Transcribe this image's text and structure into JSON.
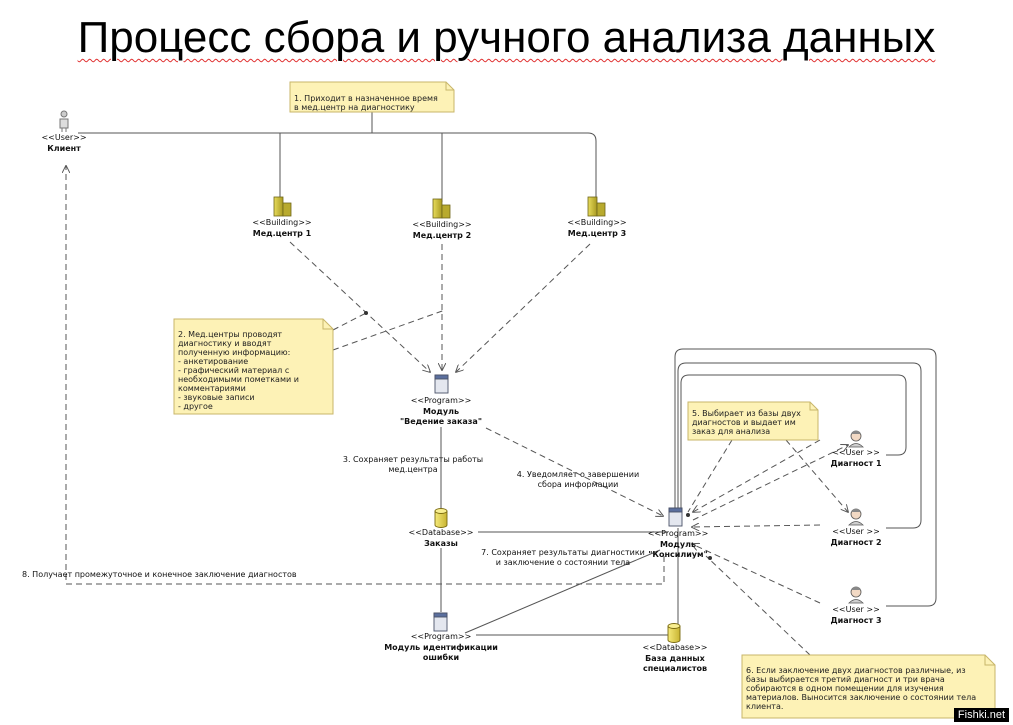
{
  "title": "Процесс сбора и ручного анализа данных",
  "stereotypes": {
    "user": "<<User>>",
    "user_spaced": "<<User >>",
    "building": "<<Building>>",
    "program": "<<Program>>",
    "database": "<<Database>>"
  },
  "nodes": {
    "client": "Клиент",
    "med1": "Мед.центр 1",
    "med2": "Мед.центр 2",
    "med3": "Мед.центр 3",
    "order_module_line1": "Модуль",
    "order_module_line2": "\"Ведение заказа\"",
    "orders_db": "Заказы",
    "council_line1": "Модуль",
    "council_line2": "\"Консилиум\"",
    "diag1": "Диагност 1",
    "diag2": "Диагност 2",
    "diag3": "Диагност 3",
    "error_module_line1": "Модуль идентификации",
    "error_module_line2": "ошибки",
    "spec_db_line1": "База данных",
    "spec_db_line2": "специалистов"
  },
  "notes": {
    "note1": [
      "1. Приходит в назначенное время",
      "в мед.центр на диагностику"
    ],
    "note2": [
      "2. Мед.центры проводят",
      "диагностику и вводят",
      "полученную информацию:",
      "- анкетирование",
      "- графический материал с",
      "необходимыми пометками и",
      "комментариями",
      "- звуковые записи",
      "- другое"
    ],
    "note5": [
      "5. Выбирает из базы двух",
      "диагностов и выдает им",
      "заказ для анализа"
    ],
    "note6": [
      "6. Если заключение двух диагностов различные, из",
      "базы выбирается третий диагност и три врача",
      "собираются в одном помещении для изучения",
      "материалов. Выносится заключение о состоянии тела",
      "клиента."
    ]
  },
  "labels": {
    "l3_line1": "3. Сохраняет результаты работы",
    "l3_line2": "мед.центра",
    "l4_line1": "4. Уведомляет о завершении",
    "l4_line2": "сбора информации",
    "l7_line1": "7. Сохраняет результаты диагностики",
    "l7_line2": "и заключение о состоянии тела",
    "l8": "8. Получает промежуточное и конечное заключение диагностов"
  },
  "colors": {
    "note_fill": "#fdf2b6",
    "note_stroke": "#c8b66a",
    "line": "#555555",
    "title_underline": "#e03030"
  },
  "icons": [
    "user-icon",
    "building-icon",
    "program-icon",
    "database-icon",
    "person-icon"
  ],
  "watermark": "Fishki.net"
}
